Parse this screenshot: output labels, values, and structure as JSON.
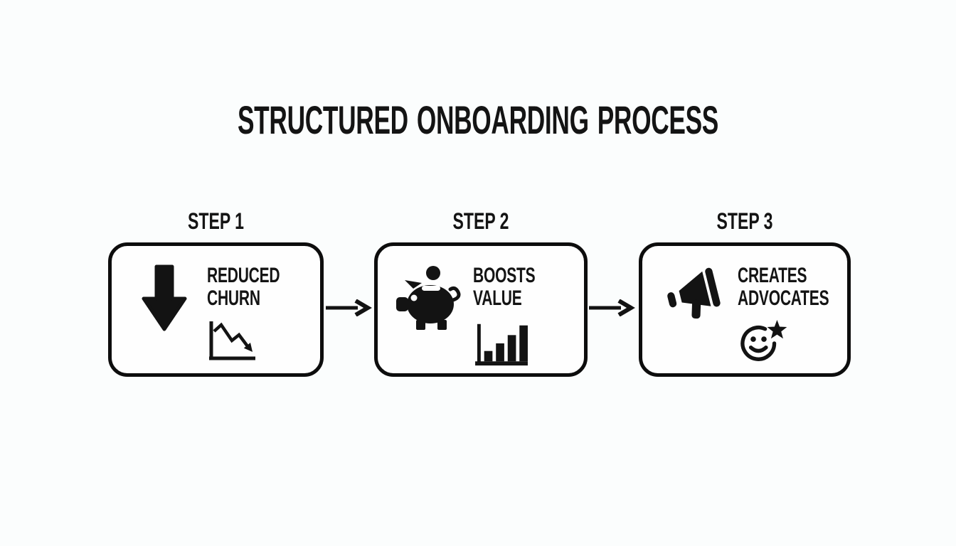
{
  "title": "STRUCTURED ONBOARDING PROCESS",
  "colors": {
    "background": "#fbfdfd",
    "box_background": "#fefefe",
    "ink": "#141414",
    "border": "#0d0d0d"
  },
  "steps": [
    {
      "label": "STEP 1",
      "benefit_line1": "REDUCED",
      "benefit_line2": "CHURN",
      "main_icon": "down-arrow-icon",
      "sub_icon": "declining-line-chart-icon"
    },
    {
      "label": "STEP 2",
      "benefit_line1": "BOOSTS",
      "benefit_line2": "VALUE",
      "main_icon": "piggy-bank-icon",
      "sub_icon": "rising-bar-chart-icon"
    },
    {
      "label": "STEP 3",
      "benefit_line1": "CREATES",
      "benefit_line2": "ADVOCATES",
      "main_icon": "megaphone-icon",
      "sub_icon": "smiley-star-icon"
    }
  ],
  "connectors": [
    {
      "name": "arrow-step1-step2",
      "direction": "right"
    },
    {
      "name": "arrow-step2-step3",
      "direction": "right"
    }
  ]
}
